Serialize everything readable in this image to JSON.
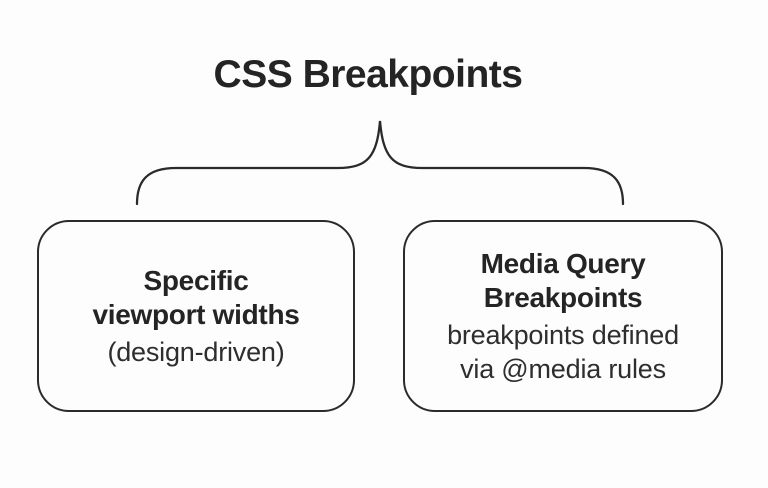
{
  "colors": {
    "background": "#fdfdfd",
    "stroke": "#2b2b2b",
    "heading_text": "#242424",
    "body_text": "#2e2e2e"
  },
  "title": "CSS Breakpoints",
  "icons": {
    "connector": "curly-brace-down-icon"
  },
  "nodes": [
    {
      "heading": "Specific\nviewport widths",
      "description": "(design-driven)"
    },
    {
      "heading": "Media Query\nBreakpoints",
      "description": "breakpoints defined\nvia @media rules"
    }
  ]
}
